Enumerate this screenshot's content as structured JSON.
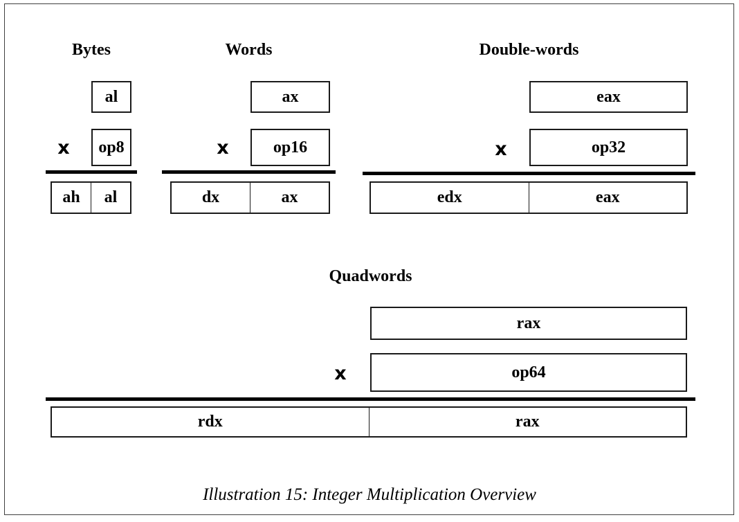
{
  "figure": {
    "caption": "Illustration 15: Integer Multiplication Overview"
  },
  "sections": {
    "bytes": {
      "title": "Bytes",
      "operator": "x",
      "multiplicand": "al",
      "multiplier": "op8",
      "product_high": "ah",
      "product_low": "al"
    },
    "words": {
      "title": "Words",
      "operator": "x",
      "multiplicand": "ax",
      "multiplier": "op16",
      "product_high": "dx",
      "product_low": "ax"
    },
    "double_words": {
      "title": "Double-words",
      "operator": "x",
      "multiplicand": "eax",
      "multiplier": "op32",
      "product_high": "edx",
      "product_low": "eax"
    },
    "quadwords": {
      "title": "Quadwords",
      "operator": "x",
      "multiplicand": "rax",
      "multiplier": "op64",
      "product_high": "rdx",
      "product_low": "rax"
    }
  }
}
